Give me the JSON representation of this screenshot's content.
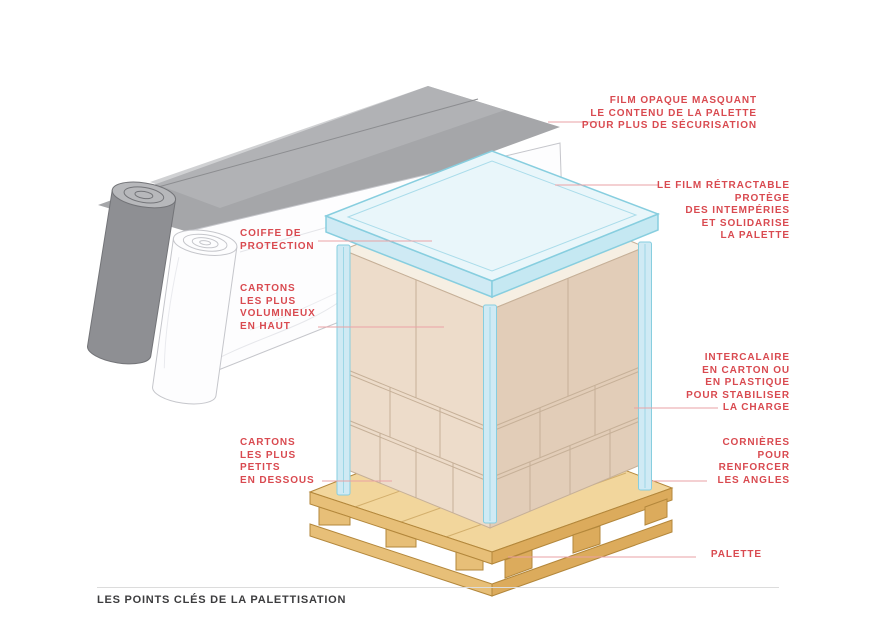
{
  "colors": {
    "accent_red": "#d94a50",
    "leader_line": "#eaa2a5",
    "title_color": "#3c3c3e",
    "rule_color": "#dcdcdc",
    "film_gray": "#a5a6a9",
    "film_gray_dark": "#8e8f93",
    "film_gray_light": "#b7b8bb",
    "film_white": "#fdfdfe",
    "film_white_stroke": "#c5c6cb",
    "blue_fill": "#cfeaf4",
    "blue_light": "#e9f6fa",
    "blue_stroke": "#87cedf",
    "box_left": "#eddcca",
    "box_right": "#e2cdb8",
    "box_top": "#f6efe3",
    "box_line": "#c6b098",
    "wood_top": "#f2d69c",
    "wood_side": "#e7bf78",
    "wood_dark": "#dcab5c",
    "wood_stroke": "#b3873b"
  },
  "labels": {
    "film_opaque": {
      "lines": [
        "FILM OPAQUE MASQUANT",
        "LE CONTENU DE LA PALETTE",
        "POUR PLUS DE SÉCURISATION"
      ]
    },
    "film_retractable": {
      "lines": [
        "LE FILM RÉTRACTABLE",
        "PROTÈGE",
        "DES INTEMPÉRIES",
        "ET SOLIDARISE",
        "LA PALETTE"
      ]
    },
    "coiffe": {
      "lines": [
        "COIFFE DE",
        "PROTECTION"
      ]
    },
    "cartons_volumineux": {
      "lines": [
        "CARTONS",
        "LES PLUS",
        "VOLUMINEUX",
        "EN HAUT"
      ]
    },
    "intercalaire": {
      "lines": [
        "INTERCALAIRE",
        "EN CARTON OU",
        "EN PLASTIQUE",
        "POUR STABILISER",
        "LA CHARGE"
      ]
    },
    "cartons_petits": {
      "lines": [
        "CARTONS",
        "LES PLUS",
        "PETITS",
        "EN DESSOUS"
      ]
    },
    "cornieres": {
      "lines": [
        "CORNIÈRES",
        "POUR",
        "RENFORCER",
        "LES ANGLES"
      ]
    },
    "palette": {
      "lines": [
        "PALETTE"
      ]
    }
  },
  "footer": {
    "title": "LES POINTS CLÉS DE LA PALETTISATION"
  },
  "illustration": {
    "parts": [
      "opaque-film-sheet",
      "opaque-film-roll",
      "protective-cover-sheet",
      "protective-cover-roll",
      "pallet",
      "carton-stack",
      "corner-protectors",
      "shrink-film-lid"
    ]
  }
}
